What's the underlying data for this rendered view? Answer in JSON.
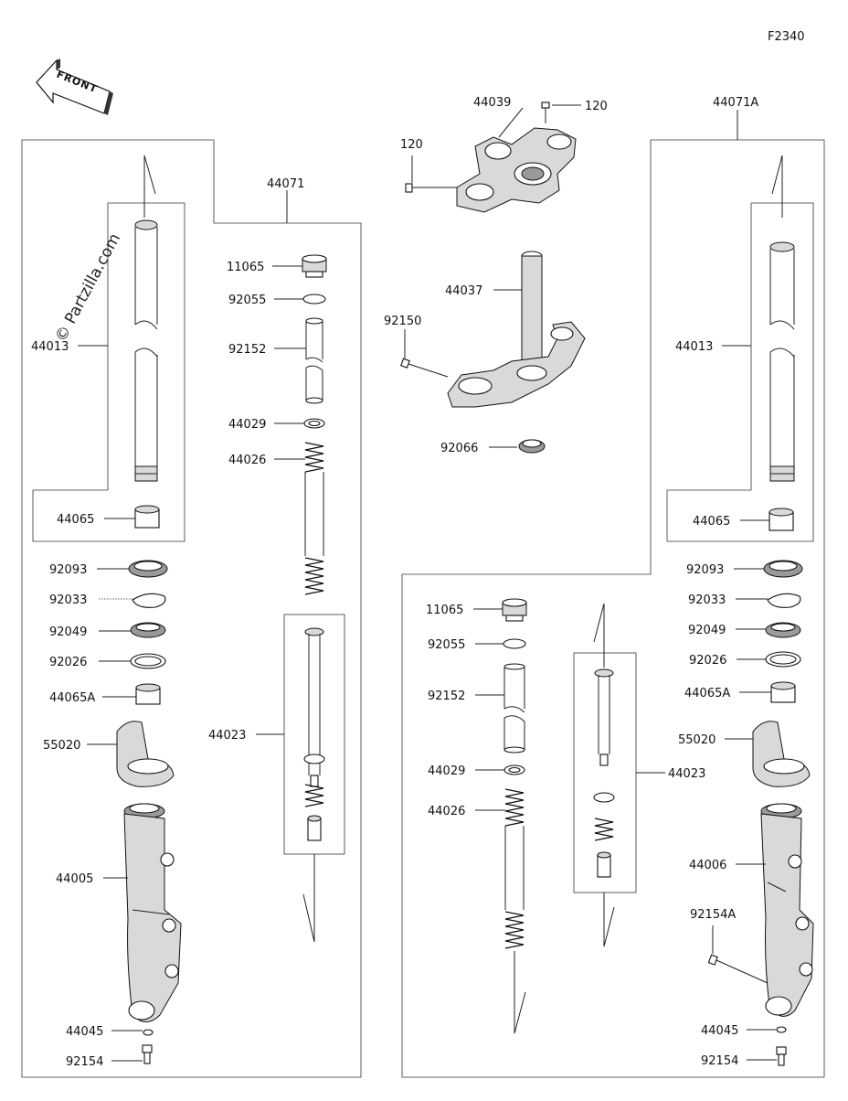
{
  "figure_code": "F2340",
  "front_arrow_text": "FRONT",
  "watermark": "© Partzilla.com",
  "labels": {
    "l44071": "44071",
    "l44071A": "44071A",
    "l44039": "44039",
    "l120a": "120",
    "l120b": "120",
    "l44037": "44037",
    "l92150": "92150",
    "l92066": "92066",
    "L_11065": "11065",
    "L_92055": "92055",
    "L_92152": "92152",
    "L_44029": "44029",
    "L_44026": "44026",
    "L_44023": "44023",
    "L_44013": "44013",
    "L_44065": "44065",
    "L_92093": "92093",
    "L_92033": "92033",
    "L_92049": "92049",
    "L_92026": "92026",
    "L_44065A": "44065A",
    "L_55020": "55020",
    "L_44005": "44005",
    "L_44045": "44045",
    "L_92154": "92154",
    "R_11065": "11065",
    "R_92055": "92055",
    "R_92152": "92152",
    "R_44029": "44029",
    "R_44026": "44026",
    "R_44023": "44023",
    "R_44013": "44013",
    "R_44065": "44065",
    "R_92093": "92093",
    "R_92033": "92033",
    "R_92049": "92049",
    "R_92026": "92026",
    "R_44065A": "44065A",
    "R_55020": "55020",
    "R_44006": "44006",
    "R_92154A": "92154A",
    "R_44045": "44045",
    "R_92154": "92154"
  }
}
